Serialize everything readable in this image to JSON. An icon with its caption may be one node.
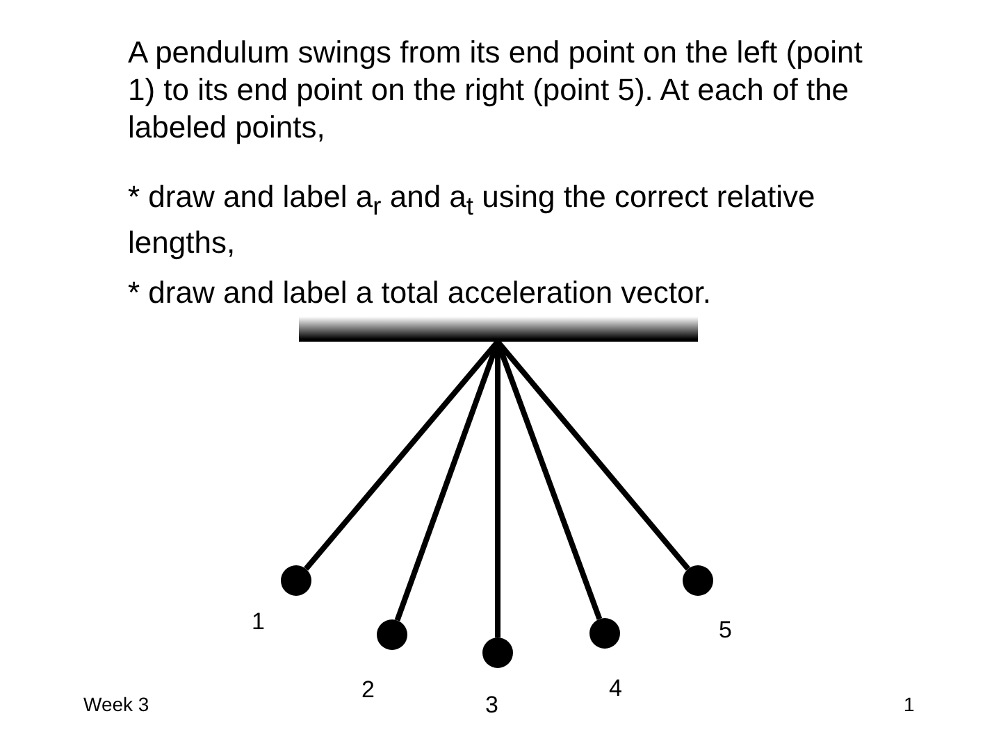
{
  "diagram": {
    "nodes": [
      {
        "text": [],
        "shape": "bar"
      },
      {
        "text": [],
        "shape": "circle",
        "beside": [
          "1"
        ]
      },
      {
        "text": [],
        "shape": "circle",
        "beside": [
          "2"
        ]
      },
      {
        "text": [],
        "shape": "circle",
        "beside": [
          "3"
        ]
      },
      {
        "text": [],
        "shape": "circle",
        "beside": [
          "4"
        ]
      },
      {
        "text": [],
        "shape": "circle",
        "beside": [
          "5"
        ]
      }
    ],
    "edges": [
      {
        "from": 0,
        "to": 1,
        "arrow": "none"
      },
      {
        "from": 0,
        "to": 2,
        "arrow": "none"
      },
      {
        "from": 0,
        "to": 3,
        "arrow": "none"
      },
      {
        "from": 0,
        "to": 4,
        "arrow": "none"
      },
      {
        "from": 0,
        "to": 5,
        "arrow": "none"
      }
    ],
    "labels": [
      "A pendulum swings from its end point on the left (point 1) to its end point on the right (point 5). At each of the labeled points,",
      "* draw and label a$_{r}$ and a$_{t}$ using the correct relative lengths,",
      "* draw and label a total acceleration vector.",
      "Week 3",
      "1"
    ]
  }
}
